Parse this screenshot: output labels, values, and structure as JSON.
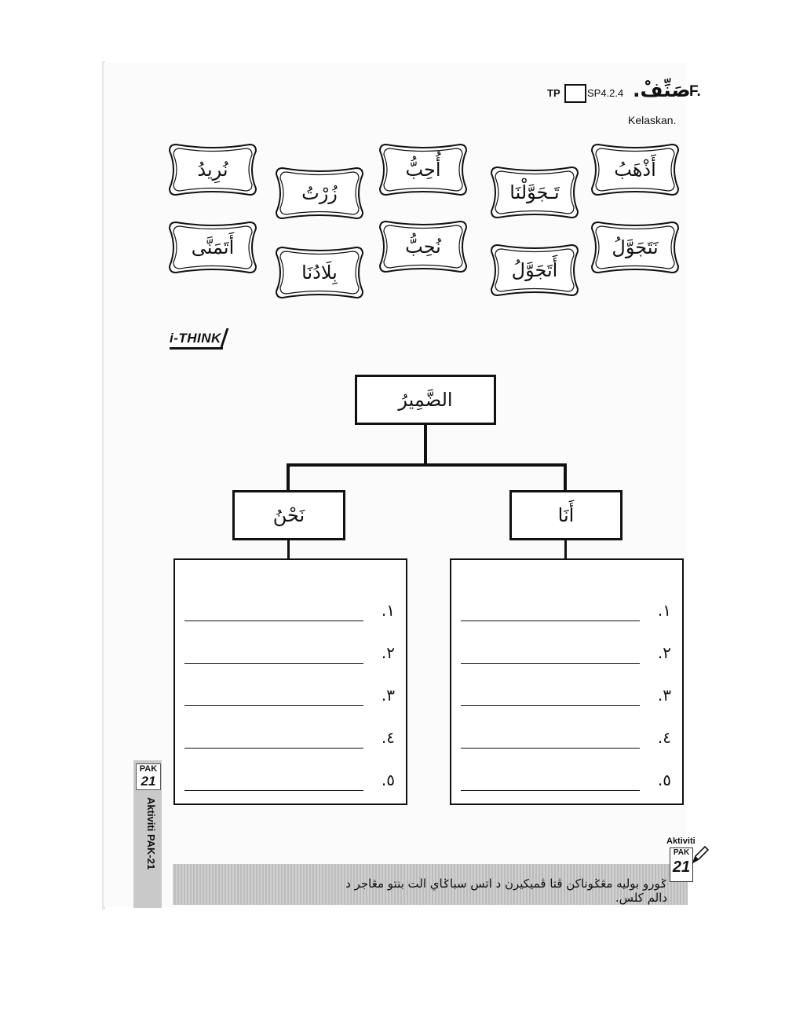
{
  "header": {
    "section_letter": "F.",
    "title": "صَنِّفْ.",
    "standard_code": "SP4.2.4",
    "tp_label": "TP",
    "subtitle": "Kelaskan."
  },
  "words": [
    {
      "id": "w1",
      "text": "أَذْهَبُ"
    },
    {
      "id": "w2",
      "text": "تَـجَوَّلْنَا"
    },
    {
      "id": "w3",
      "text": "أُحِبُّ"
    },
    {
      "id": "w4",
      "text": "زُرْتُ"
    },
    {
      "id": "w5",
      "text": "نُرِيدُ"
    },
    {
      "id": "w6",
      "text": "نَتَجَوَّلُ"
    },
    {
      "id": "w7",
      "text": "أَتَجَوَّلُ"
    },
    {
      "id": "w8",
      "text": "نُحِبُّ"
    },
    {
      "id": "w9",
      "text": "بِلَادُنَا"
    },
    {
      "id": "w10",
      "text": "أَتَمَنَّى"
    }
  ],
  "ithink_label": "i-THINK",
  "tree": {
    "root": "الضَّمِيرُ",
    "right_branch": "أَنَا",
    "left_branch": "نَحْنُ",
    "numbers": [
      "١.",
      "٢.",
      "٣.",
      "٤.",
      "٥."
    ]
  },
  "sidebar": {
    "badge_top": "PAK",
    "badge_num": "21",
    "label": "Aktiviti PAK-21"
  },
  "footer": {
    "label": "Aktiviti",
    "badge_top": "PAK",
    "badge_num": "21",
    "instruction": "ݢورو بوليه مڠݢوناكن ڤتا ڤميكيرن د اتس سباݢاي الت بنتو مڠاجر د دالم كلس."
  }
}
